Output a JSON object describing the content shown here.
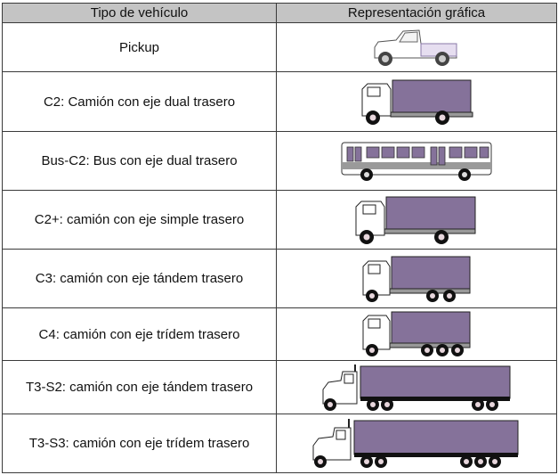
{
  "table": {
    "headers": [
      "Tipo de vehículo",
      "Representación gráfica"
    ],
    "rows": [
      {
        "label": "Pickup",
        "icon": "pickup-truck-icon"
      },
      {
        "label": "C2: Camión con eje dual trasero",
        "icon": "c2-truck-icon"
      },
      {
        "label": "Bus-C2: Bus con eje dual trasero",
        "icon": "bus-icon"
      },
      {
        "label": "C2+: camión con eje simple trasero",
        "icon": "c2plus-truck-icon"
      },
      {
        "label": "C3: camión con eje tándem trasero",
        "icon": "c3-truck-icon"
      },
      {
        "label": "C4: camión con eje trídem trasero",
        "icon": "c4-truck-icon"
      },
      {
        "label": "T3-S2: camión con eje tándem trasero",
        "icon": "t3s2-truck-icon"
      },
      {
        "label": "T3-S3: camión con eje trídem trasero",
        "icon": "t3s3-truck-icon"
      }
    ]
  },
  "colors": {
    "header_bg": "#c4c4c4",
    "cargo": "#85729a",
    "border": "#3a3a3a"
  }
}
